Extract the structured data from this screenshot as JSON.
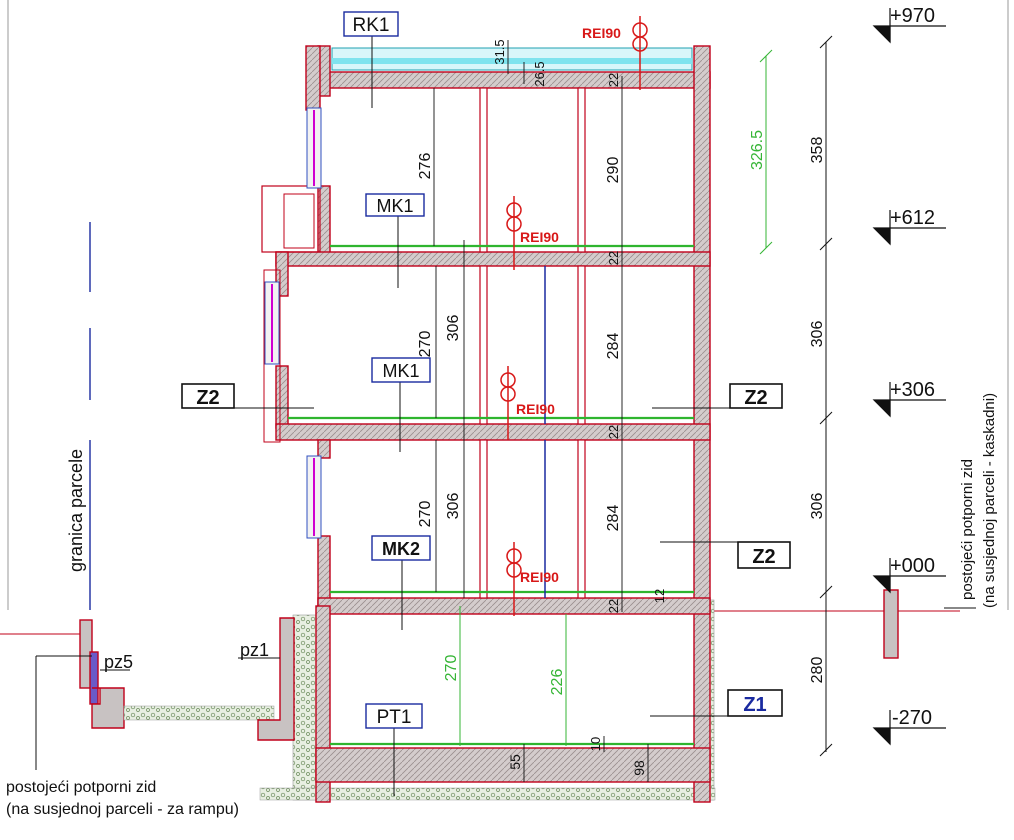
{
  "colors": {
    "wall_fill": "#c8c2c2",
    "wall_outline": "#c0001a",
    "slab_green": "#2fb52f",
    "dimension": "#111111",
    "dimension_green": "#35b535",
    "fire_rating": "#d81818",
    "boundary_blue": "#1a2aa0",
    "window_magenta": "#d000d0",
    "glass_cyan": "#7fe3ee"
  },
  "labels": {
    "rk1": "RK1",
    "mk1_top": "MK1",
    "mk1_mid": "MK1",
    "mk2": "MK2",
    "pt1": "PT1",
    "z2_left": "Z2",
    "z2_right": "Z2",
    "z2_lower": "Z2",
    "z1": "Z1",
    "pz5": "pz5",
    "pz1": "pz1",
    "granica": "granica parcele",
    "left_note_1": "postojeći potporni zid",
    "left_note_2": "(na susjednoj parceli - za rampu)",
    "right_note_1": "postojeći potporni zid",
    "right_note_2": "(na susjednoj parceli - kaskadni)"
  },
  "fire": {
    "top": "REI90",
    "f2": "REI90",
    "f1": "REI90",
    "f0": "REI90"
  },
  "levels": {
    "l970": "+970",
    "l612": "+612",
    "l306": "+306",
    "l000": "+000",
    "lm270": "-270"
  },
  "dims": {
    "d358": "358",
    "d306a": "306",
    "d306b": "306",
    "d280": "280",
    "d326_5": "326.5",
    "d31_5": "31.5",
    "d26_5": "26.5",
    "d22a": "22",
    "d22b": "22",
    "d22c": "22",
    "d22d": "22",
    "d276": "276",
    "d290": "290",
    "d270a": "270",
    "d306c": "306",
    "d284a": "284",
    "d270b": "270",
    "d306d": "306",
    "d284b": "284",
    "d12": "12",
    "d270g": "270",
    "d226": "226",
    "d55": "55",
    "d10": "10",
    "d98": "98"
  }
}
